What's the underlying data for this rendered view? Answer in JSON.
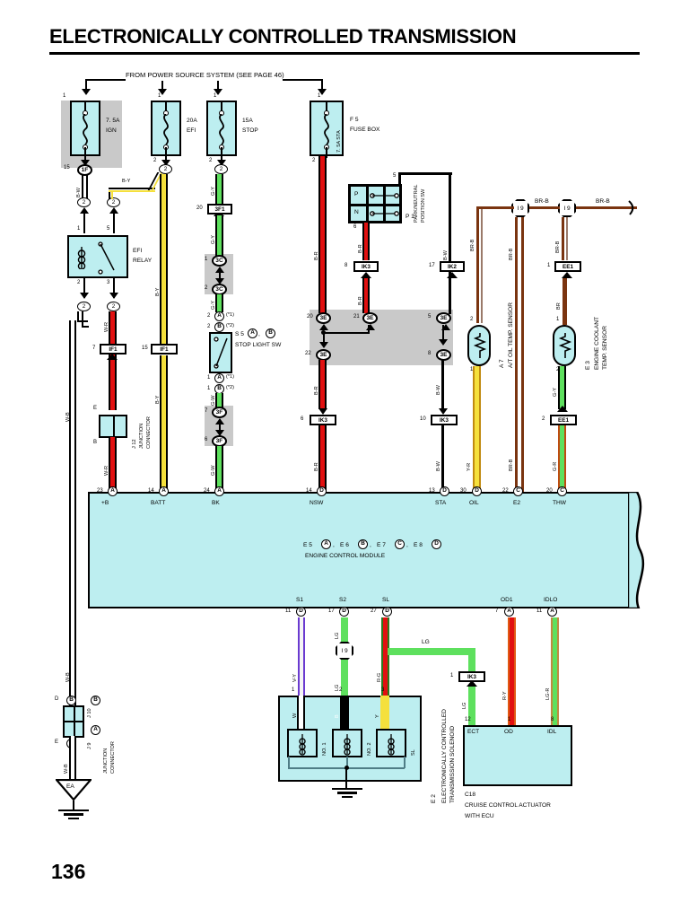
{
  "document": {
    "title": "ELECTRONICALLY CONTROLLED TRANSMISSION",
    "page_number": "136",
    "source_note": "FROM POWER SOURCE SYSTEM (SEE PAGE 46)"
  },
  "fuses": [
    {
      "rating": "7. 5A",
      "name": "IGN",
      "pin_in": "1",
      "pin_out": "2",
      "shaded": true
    },
    {
      "rating": "20A",
      "name": "EFI",
      "pin_in": "1",
      "pin_out": "2",
      "shaded": false
    },
    {
      "rating": "15A",
      "name": "STOP",
      "pin_in": "1",
      "pin_out": "2",
      "shaded": false
    }
  ],
  "fuse_box": {
    "id": "F 5",
    "label": "FUSE BOX",
    "rating": "7. 5A  STA",
    "pin_in": "1",
    "pin_out": "2"
  },
  "components": {
    "efi_relay": {
      "label_line1": "EFI",
      "label_line2": "RELAY",
      "pins": [
        "1",
        "5",
        "2",
        "3"
      ]
    },
    "junction_j12": {
      "id": "J 12",
      "label_line1": "JUNCTION",
      "label_line2": "CONNECTOR",
      "pin_top": "E",
      "pin_bottom": "B"
    },
    "junction_j10": {
      "id_b": "J 10",
      "id_a": "J 9",
      "label_line1": "JUNCTION",
      "label_line2": "CONNECTOR",
      "pin_top": "D",
      "pin_bottom": "E",
      "letter_top": "B",
      "letter_bottom": "A"
    },
    "stop_light_sw": {
      "id": "S 5",
      "letters": [
        "A",
        "B"
      ],
      "label": "STOP LIGHT SW",
      "pin_top_a": "2",
      "pin_top_b": "2",
      "pin_bot_a": "1",
      "pin_bot_b": "1",
      "note1": "(*1)",
      "note2": "(*2)"
    },
    "park_neutral_sw": {
      "id": "P 1",
      "label_line1": "PARK/NEUTRAL",
      "label_line2": "POSITION SW",
      "rows": [
        "P",
        "N"
      ],
      "pin_5": "5",
      "pin_6": "6"
    },
    "at_oil_temp_sensor": {
      "id": "A 7",
      "label_line1": "A/T OIL  TEMP.  SENSOR",
      "pin_top": "2",
      "pin_bottom": "1"
    },
    "engine_coolant_temp_sensor": {
      "id": "E 3",
      "label_line1": "ENGINE COOLANT",
      "label_line2": "TEMP.  SENSOR",
      "pin_top": "1",
      "pin_bottom": "2"
    },
    "ecm": {
      "ids": [
        "E 5",
        "E 6",
        "E 7",
        "E 8"
      ],
      "letters": [
        "A",
        "B",
        "C",
        "D"
      ],
      "label": "ENGINE CONTROL MODULE"
    },
    "solenoid": {
      "id": "E 2",
      "label_line1": "ELECTRONICALLY CONTROLLED",
      "label_line2": "TRANSMISSION SOLENOID",
      "coils": [
        "NO. 1",
        "NO. 2",
        "SL"
      ],
      "pins": [
        "1",
        "2",
        "3"
      ],
      "wire_colors": [
        "W",
        "B",
        "Y"
      ]
    },
    "cruise_actuator": {
      "id": "C18",
      "label_line1": "CRUISE CONTROL ACTUATOR",
      "label_line2": "WITH ECU",
      "terminals": [
        "ECT",
        "OD",
        "IDL"
      ],
      "pins": [
        "12",
        "1",
        "8"
      ]
    },
    "ground": {
      "id": "EA"
    }
  },
  "ecm_terminals_top": [
    {
      "name": "+B",
      "pin": "23",
      "letter": "A"
    },
    {
      "name": "BATT",
      "pin": "14",
      "letter": "A"
    },
    {
      "name": "BK",
      "pin": "24",
      "letter": "A"
    },
    {
      "name": "NSW",
      "pin": "14",
      "letter": "D"
    },
    {
      "name": "STA",
      "pin": "13",
      "letter": "D"
    },
    {
      "name": "OIL",
      "pin": "30",
      "letter": "D"
    },
    {
      "name": "E2",
      "pin": "22",
      "letter": "C"
    },
    {
      "name": "THW",
      "pin": "20",
      "letter": "C"
    }
  ],
  "ecm_terminals_bottom": [
    {
      "name": "S1",
      "pin": "11",
      "letter": "D"
    },
    {
      "name": "S2",
      "pin": "17",
      "letter": "D"
    },
    {
      "name": "SL",
      "pin": "27",
      "letter": "D"
    },
    {
      "name": "OD1",
      "pin": "7",
      "letter": "A"
    },
    {
      "name": "IDLO",
      "pin": "11",
      "letter": "A"
    }
  ],
  "wire_labels": {
    "bw": "B-W",
    "by": "B-Y",
    "gy": "G-Y",
    "gw": "G-W",
    "wr": "W-R",
    "wb": "W-B",
    "br": "B-R",
    "bw2": "B-W",
    "brb": "BR-B",
    "br_short": "BR",
    "yr": "Y-R",
    "gr": "G-R",
    "vy": "V-Y",
    "lg": "LG",
    "rg": "R-G",
    "ry": "R-Y",
    "lgr": "LG-R"
  },
  "connectors": {
    "if1": "IF1",
    "ik3": "IK3",
    "ik2": "IK2",
    "ee1": "EE1",
    "c3c": "3C",
    "c3f": "3F",
    "c3e": "3E",
    "c1f": "1F",
    "c3f1": "3F1",
    "j9_oct": "I 9"
  },
  "connector_instances": [
    {
      "name": "1F",
      "pin": "15"
    },
    {
      "name": "IF1",
      "pin": "7"
    },
    {
      "name": "IF1",
      "pin": "15"
    },
    {
      "name": "3F1",
      "pin": "20"
    },
    {
      "name": "3C",
      "pin": "1"
    },
    {
      "name": "3C",
      "pin": "2"
    },
    {
      "name": "3F",
      "pin": "7"
    },
    {
      "name": "3F",
      "pin": "6"
    },
    {
      "name": "IK3",
      "pin": "8"
    },
    {
      "name": "IK2",
      "pin": "17"
    },
    {
      "name": "3E",
      "pin": "20"
    },
    {
      "name": "3E",
      "pin": "21"
    },
    {
      "name": "3E",
      "pin": "5"
    },
    {
      "name": "3E",
      "pin": "22"
    },
    {
      "name": "3E",
      "pin": "8"
    },
    {
      "name": "IK3",
      "pin": "6"
    },
    {
      "name": "IK3",
      "pin": "10"
    },
    {
      "name": "EE1",
      "pin": "1"
    },
    {
      "name": "EE1",
      "pin": "2"
    },
    {
      "name": "IK3",
      "pin": "1"
    }
  ],
  "colors": {
    "component_fill": "#bdeef0",
    "shade": "#c9c9c9",
    "green": "#5ee05e",
    "brown": "#7a3410",
    "red": "#e11010",
    "yellow": "#f5e03c",
    "orange": "#e05a14",
    "purple": "#6a3ad0",
    "black": "#000000"
  }
}
